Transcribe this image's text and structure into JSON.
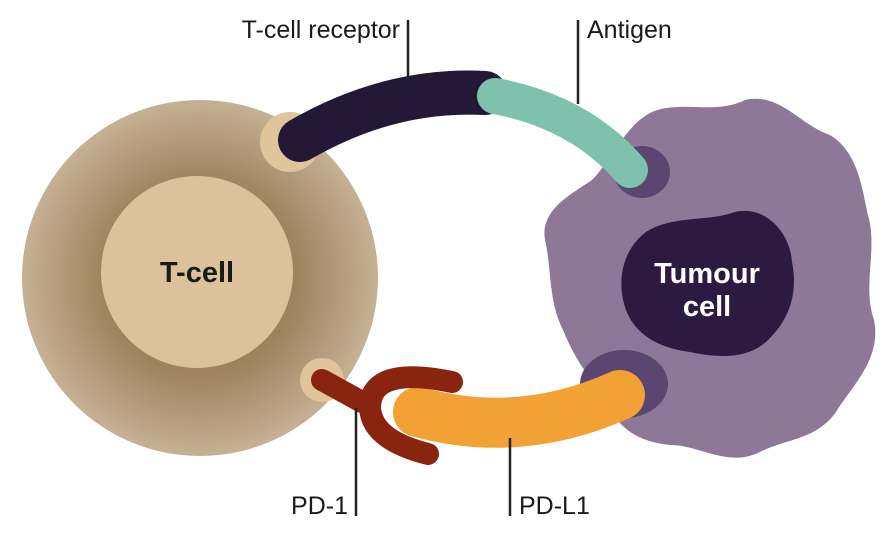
{
  "labels": {
    "t_cell_receptor": "T-cell receptor",
    "antigen": "Antigen",
    "pd1": "PD-1",
    "pdl1": "PD-L1",
    "t_cell": "T-cell",
    "tumour_line1": "Tumour",
    "tumour_line2": "cell"
  },
  "colors": {
    "background": "#ffffff",
    "t_cell_outer": "#ab9373",
    "t_cell_nucleus": "#dcc29a",
    "tumour_membrane": "#8e7898",
    "tumour_nucleus": "#2d1a40",
    "t_cell_receptor": "#231836",
    "antigen": "#7ec2ad",
    "pd1": "#892411",
    "pdl1": "#f2a134",
    "text_dark": "#1a1a1a",
    "text_light": "#ffffff"
  }
}
